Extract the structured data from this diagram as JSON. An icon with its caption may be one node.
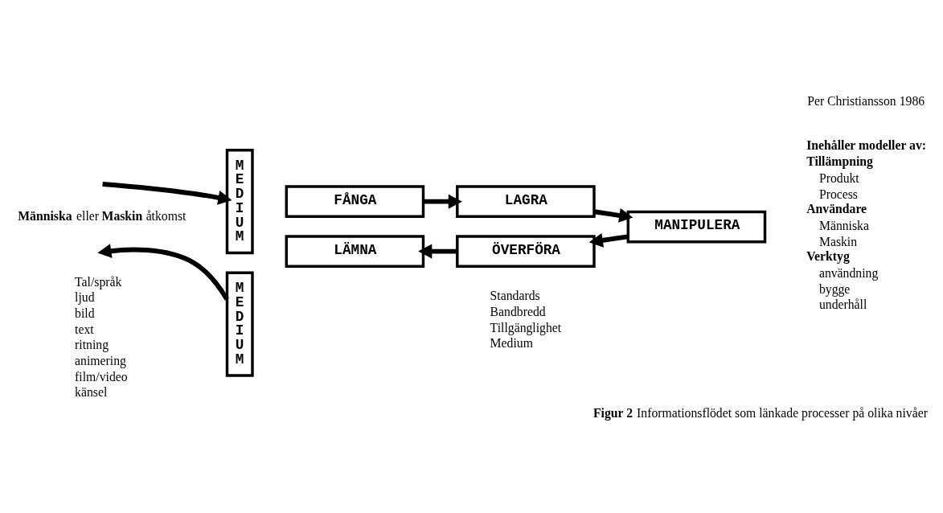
{
  "diagram": {
    "caption": "**Figur 2** Informationsflödet som länkade processer på olika nivåer",
    "nodes": [
      {
        "text": [
          "MEDIUM"
        ]
      },
      {
        "text": [
          "MEDIUM"
        ]
      },
      {
        "text": [
          "FÅNGA"
        ]
      },
      {
        "text": [
          "LAGRA"
        ]
      },
      {
        "text": [
          "MANIPULERA"
        ]
      },
      {
        "text": [
          "ÖVERFÖRA"
        ]
      },
      {
        "text": [
          "LÄMNA"
        ]
      }
    ],
    "edges": [
      {
        "from": null,
        "to": 0,
        "arrow": "to"
      },
      {
        "from": 1,
        "to": null,
        "arrow": "to"
      },
      {
        "from": 2,
        "to": 3,
        "arrow": "to"
      },
      {
        "from": 3,
        "to": 4,
        "arrow": "to"
      },
      {
        "from": 4,
        "to": 5,
        "arrow": "to"
      },
      {
        "from": 5,
        "to": 6,
        "arrow": "to"
      }
    ],
    "labels": [
      "Per Christiansson 1986",
      "**Människa** eller **Maskin** åtkomst",
      "Tal/språk",
      "ljud",
      "bild",
      "text",
      "ritning",
      "animering",
      "film/video",
      "känsel",
      "Inehåller modeller av:",
      "Tillämpning",
      "Produkt",
      "Process",
      "Användare",
      "Människa",
      "Maskin",
      "Verktyg",
      "användning",
      "bygge",
      "underhåll",
      "Standards",
      "Bandbredd",
      "Tillgänglighet",
      "Medium"
    ]
  }
}
